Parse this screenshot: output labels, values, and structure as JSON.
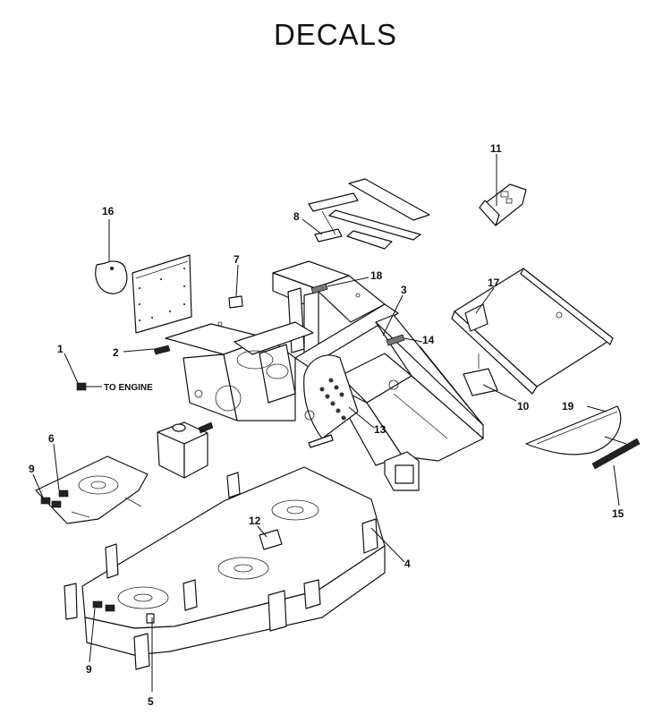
{
  "title": "DECALS",
  "callouts": [
    {
      "id": "1",
      "label": "1"
    },
    {
      "id": "2",
      "label": "2"
    },
    {
      "id": "3",
      "label": "3"
    },
    {
      "id": "4",
      "label": "4"
    },
    {
      "id": "5",
      "label": "5"
    },
    {
      "id": "6",
      "label": "6"
    },
    {
      "id": "7",
      "label": "7"
    },
    {
      "id": "8",
      "label": "8"
    },
    {
      "id": "9a",
      "label": "9"
    },
    {
      "id": "9b",
      "label": "9"
    },
    {
      "id": "10",
      "label": "10"
    },
    {
      "id": "11",
      "label": "11"
    },
    {
      "id": "12",
      "label": "12"
    },
    {
      "id": "13",
      "label": "13"
    },
    {
      "id": "14",
      "label": "14"
    },
    {
      "id": "15",
      "label": "15"
    },
    {
      "id": "16",
      "label": "16"
    },
    {
      "id": "17",
      "label": "17"
    },
    {
      "id": "18",
      "label": "18"
    },
    {
      "id": "19",
      "label": "19"
    }
  ],
  "annotations": {
    "to_engine": "TO ENGINE"
  }
}
